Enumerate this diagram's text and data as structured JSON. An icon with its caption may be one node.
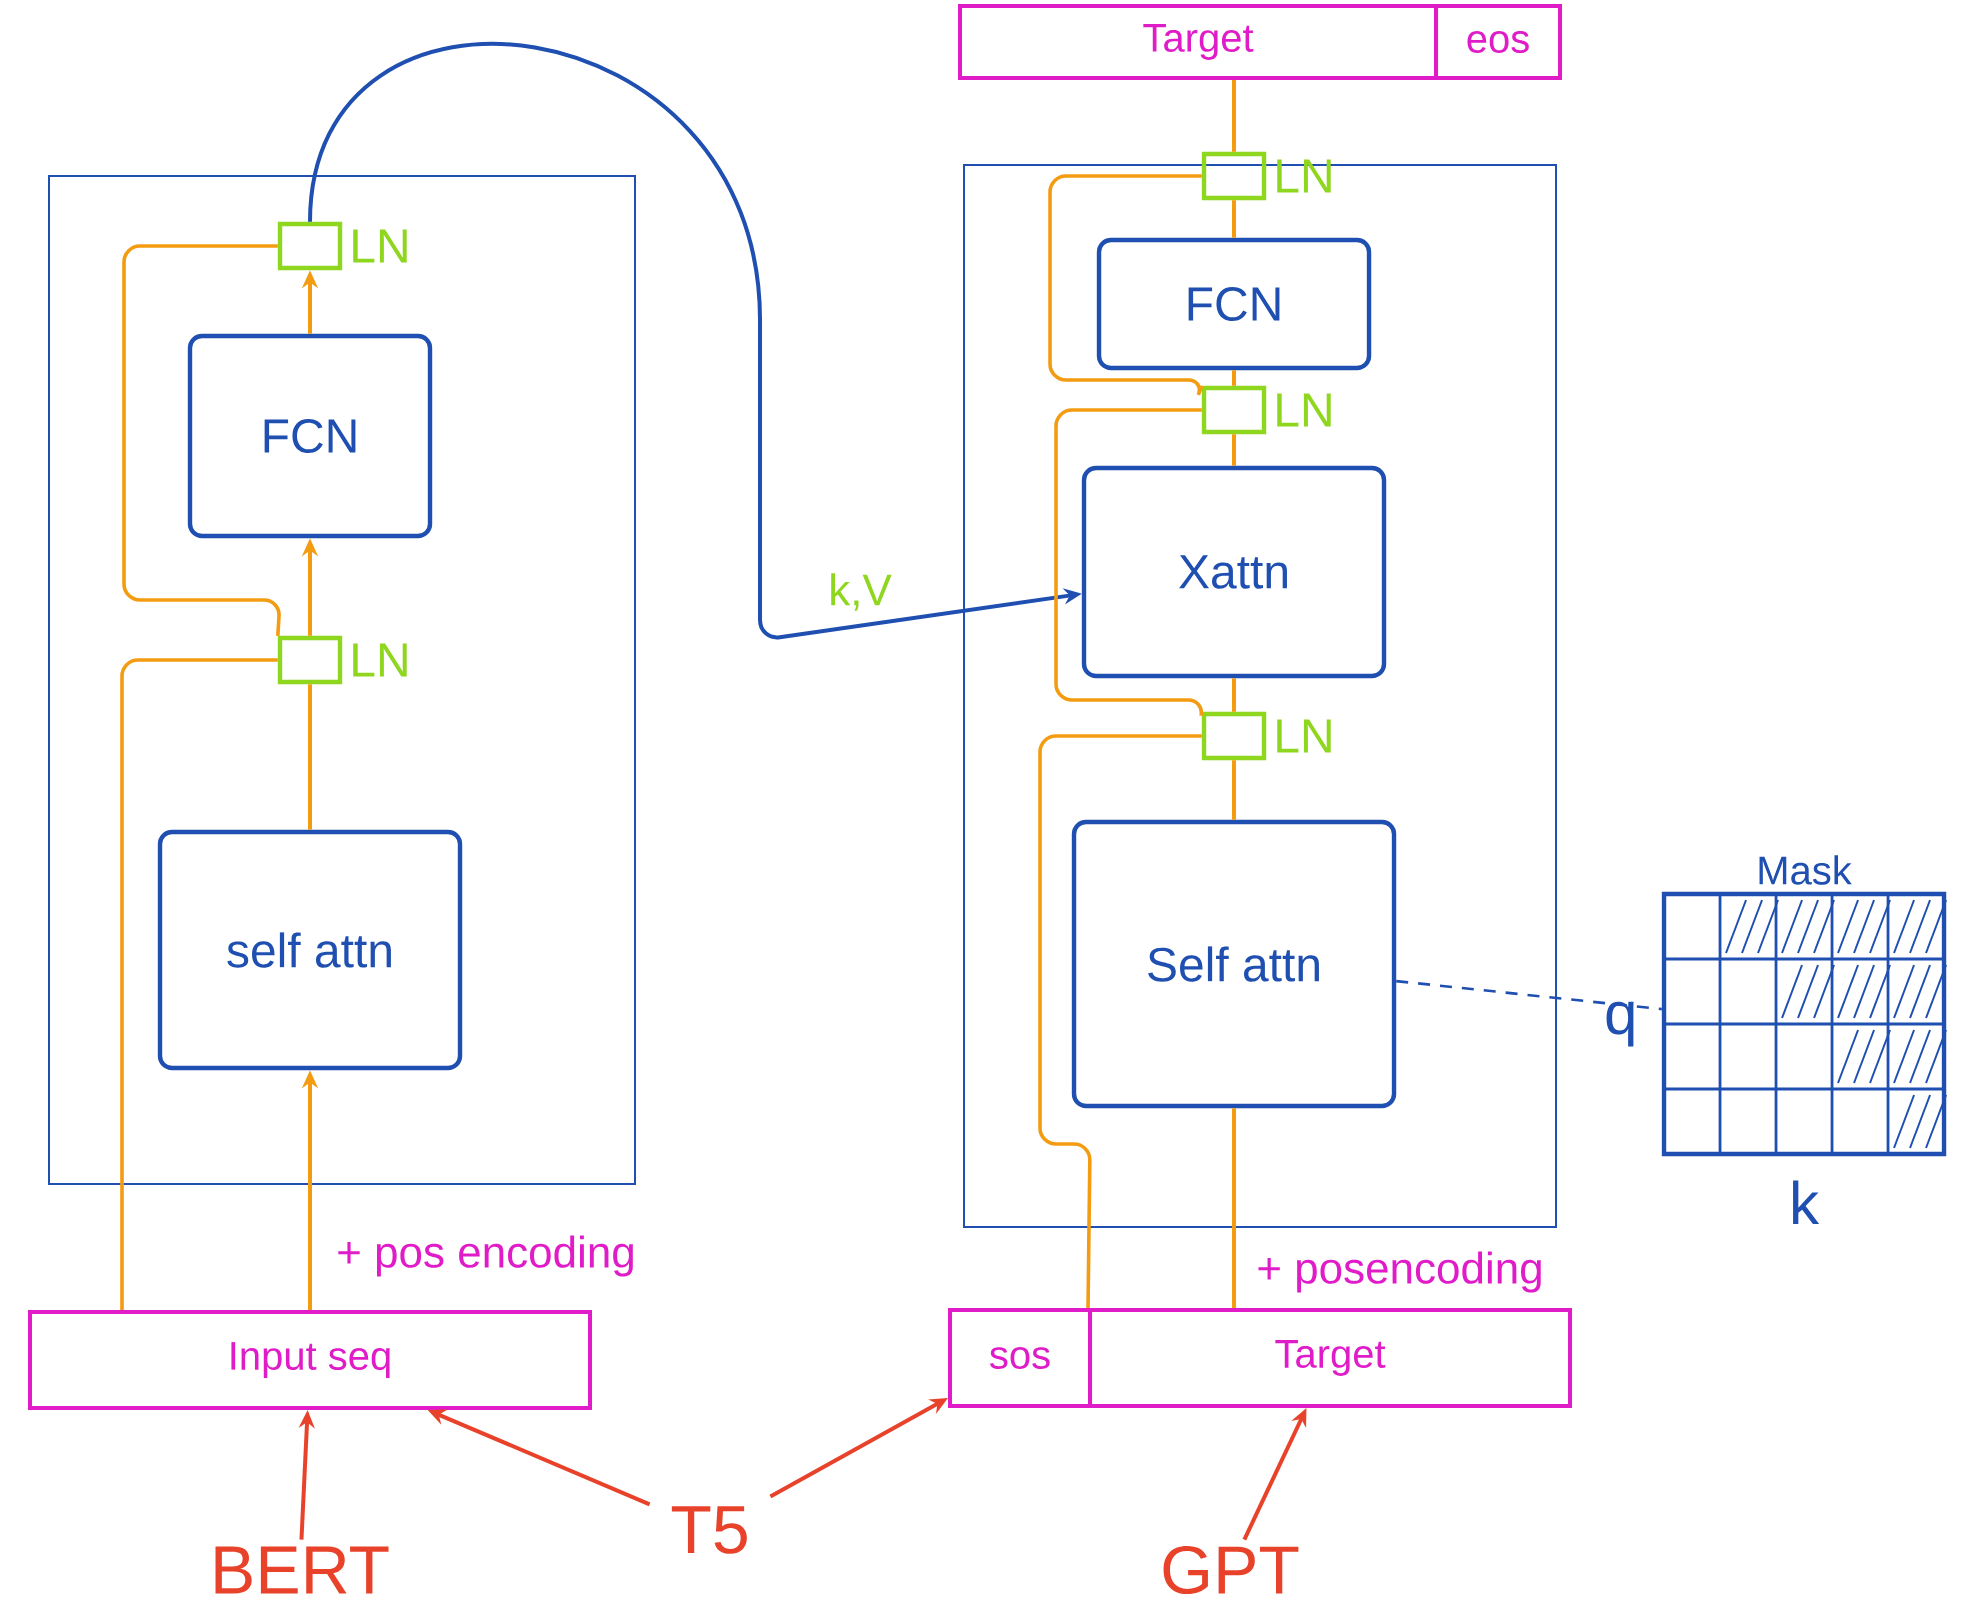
{
  "diagram": {
    "nodes": [
      {
        "text": [],
        "shape": "box"
      },
      {
        "text": [
          "FCN"
        ],
        "in": 0
      },
      {
        "text": [
          "self attn"
        ],
        "in": 0
      },
      {
        "text": [],
        "shape": "box"
      },
      {
        "text": [
          "FCN"
        ],
        "in": 3
      },
      {
        "text": [
          "Xattn"
        ],
        "in": 3
      },
      {
        "text": [
          "Self attn"
        ],
        "in": 3
      },
      {
        "text": [
          "Input seq"
        ]
      },
      {
        "text": [
          "sos"
        ]
      },
      {
        "text": [
          "Target"
        ]
      },
      {
        "text": [
          "Target"
        ]
      },
      {
        "text": [
          "eos"
        ]
      },
      {
        "text": [
          "Mask"
        ],
        "beside": [
          "q",
          "k"
        ]
      },
      {
        "text": [],
        "shape": "box",
        "beside": [
          "LN"
        ],
        "in": 0
      },
      {
        "text": [],
        "shape": "box",
        "beside": [
          "LN"
        ],
        "in": 0
      },
      {
        "text": [],
        "shape": "box",
        "beside": [
          "LN"
        ]
      },
      {
        "text": [],
        "shape": "box",
        "beside": [
          "LN"
        ],
        "in": 3
      },
      {
        "text": [],
        "shape": "box",
        "beside": [
          "LN"
        ],
        "in": 3
      },
      {
        "text": [
          "BERT"
        ]
      },
      {
        "text": [
          "T5"
        ]
      },
      {
        "text": [
          "GPT"
        ]
      }
    ],
    "edges": [
      {
        "from": 7,
        "to": 2,
        "arrow": "to",
        "label": "+ pos encoding"
      },
      {
        "from": 2,
        "to": 14,
        "arrow": "none"
      },
      {
        "from": 14,
        "to": 1,
        "arrow": "to"
      },
      {
        "from": 1,
        "to": 13,
        "arrow": "to"
      },
      {
        "from": 13,
        "to": 5,
        "arrow": "to",
        "label": "k,V",
        "color": "#1f4fb0"
      },
      {
        "from": 9,
        "to": 6,
        "arrow": "none",
        "label": "+ posencoding"
      },
      {
        "from": 6,
        "to": 17,
        "arrow": "none"
      },
      {
        "from": 17,
        "to": 5,
        "arrow": "none"
      },
      {
        "from": 5,
        "to": 16,
        "arrow": "none"
      },
      {
        "from": 16,
        "to": 4,
        "arrow": "none"
      },
      {
        "from": 4,
        "to": 15,
        "arrow": "none"
      },
      {
        "from": 15,
        "to": 10,
        "arrow": "none"
      },
      {
        "from": 6,
        "to": 12,
        "arrow": "none",
        "style": "dashed",
        "color": "#1f4fb0"
      },
      {
        "from": 18,
        "to": 7,
        "arrow": "to",
        "color": "#e8432a"
      },
      {
        "from": 19,
        "to": 7,
        "arrow": "to",
        "color": "#e8432a"
      },
      {
        "from": 19,
        "to": 8,
        "arrow": "to",
        "color": "#e8432a"
      },
      {
        "from": 20,
        "to": 9,
        "arrow": "to",
        "color": "#e8432a"
      },
      {
        "from": 7,
        "to": 14,
        "arrow": "none"
      },
      {
        "from": 14,
        "to": 13,
        "arrow": "none"
      },
      {
        "from": 9,
        "to": 17,
        "arrow": "none"
      },
      {
        "from": 17,
        "to": 16,
        "arrow": "none"
      },
      {
        "from": 16,
        "to": 15,
        "arrow": "none"
      }
    ]
  }
}
